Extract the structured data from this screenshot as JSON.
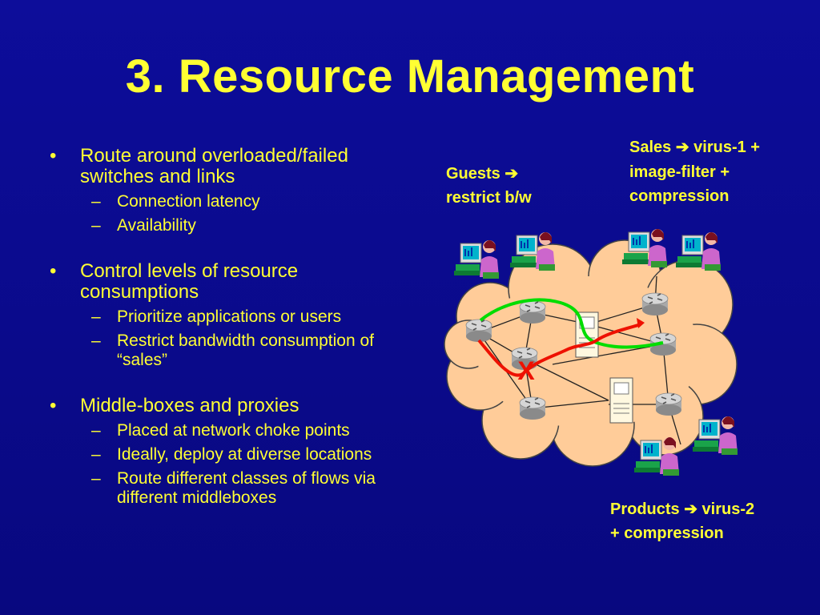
{
  "slide": {
    "title": "3. Resource Management"
  },
  "bullets": [
    {
      "text": "Route around overloaded/failed switches and links",
      "sub": [
        "Connection latency",
        "Availability"
      ]
    },
    {
      "text": "Control levels of resource consumptions",
      "sub": [
        "Prioritize applications or users",
        "Restrict bandwidth consumption of “sales”"
      ]
    },
    {
      "text": "Middle-boxes and proxies",
      "sub": [
        "Placed at network choke points",
        "Ideally, deploy at diverse locations",
        "Route different classes of flows via different middleboxes"
      ]
    }
  ],
  "diagram": {
    "labels": {
      "sales_line1": "Sales ➔ virus-1 +",
      "sales_line2": "image-filter +",
      "sales_line3": "compression",
      "guests_line1": "Guests ➔",
      "guests_line2": "restrict b/w",
      "products_line1": "Products ➔ virus-2",
      "products_line2": "+ compression",
      "failure_mark": "X"
    }
  },
  "colors": {
    "background": "#0a0a8e",
    "text": "#ffff33",
    "cloud": "#ffcc99",
    "green_path": "#00dd00",
    "red_path": "#ee1100"
  }
}
